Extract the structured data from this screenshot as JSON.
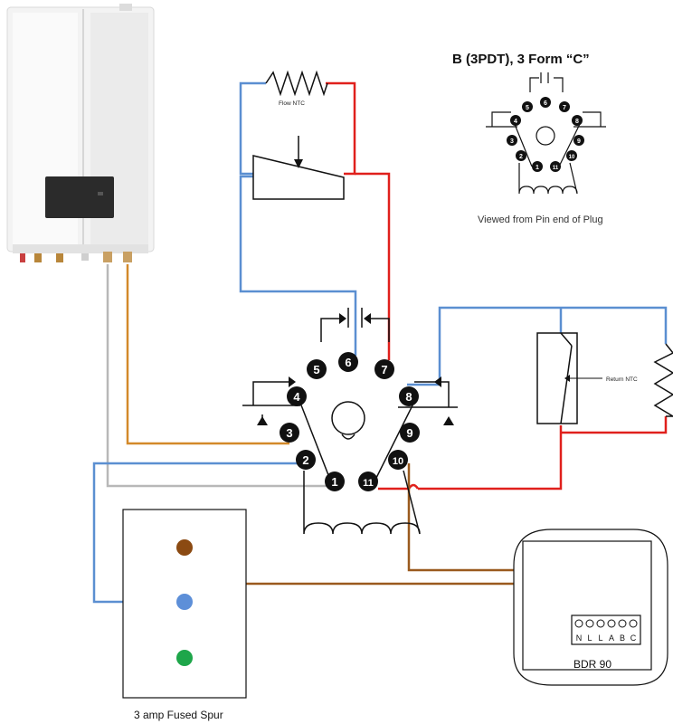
{
  "relay_diagram": {
    "title": "B (3PDT), 3 Form “C”",
    "caption": "Viewed from Pin end of Plug",
    "pins": [
      "1",
      "2",
      "3",
      "4",
      "5",
      "6",
      "7",
      "8",
      "9",
      "10",
      "11"
    ]
  },
  "main_relay": {
    "pins": [
      "1",
      "2",
      "3",
      "4",
      "5",
      "6",
      "7",
      "8",
      "9",
      "10",
      "11"
    ]
  },
  "flow_ntc": {
    "label": "Flow NTC"
  },
  "return_ntc": {
    "label": "Return NTC"
  },
  "fused_spur": {
    "label": "3 amp Fused Spur"
  },
  "bdr90": {
    "label": "BDR 90",
    "terminals": [
      "N",
      "L",
      "L",
      "A",
      "B",
      "C"
    ]
  },
  "colors": {
    "blue_wire": "#5b8fd1",
    "red_wire": "#e0201c",
    "orange_wire": "#d3892a",
    "brown_wire": "#9a5a1e",
    "grey_wire": "#b8b8b8",
    "pin_fill": "#111111",
    "spur_brown": "#8b4a12",
    "spur_blue": "#5d8fd8",
    "spur_green": "#1ea64a"
  }
}
